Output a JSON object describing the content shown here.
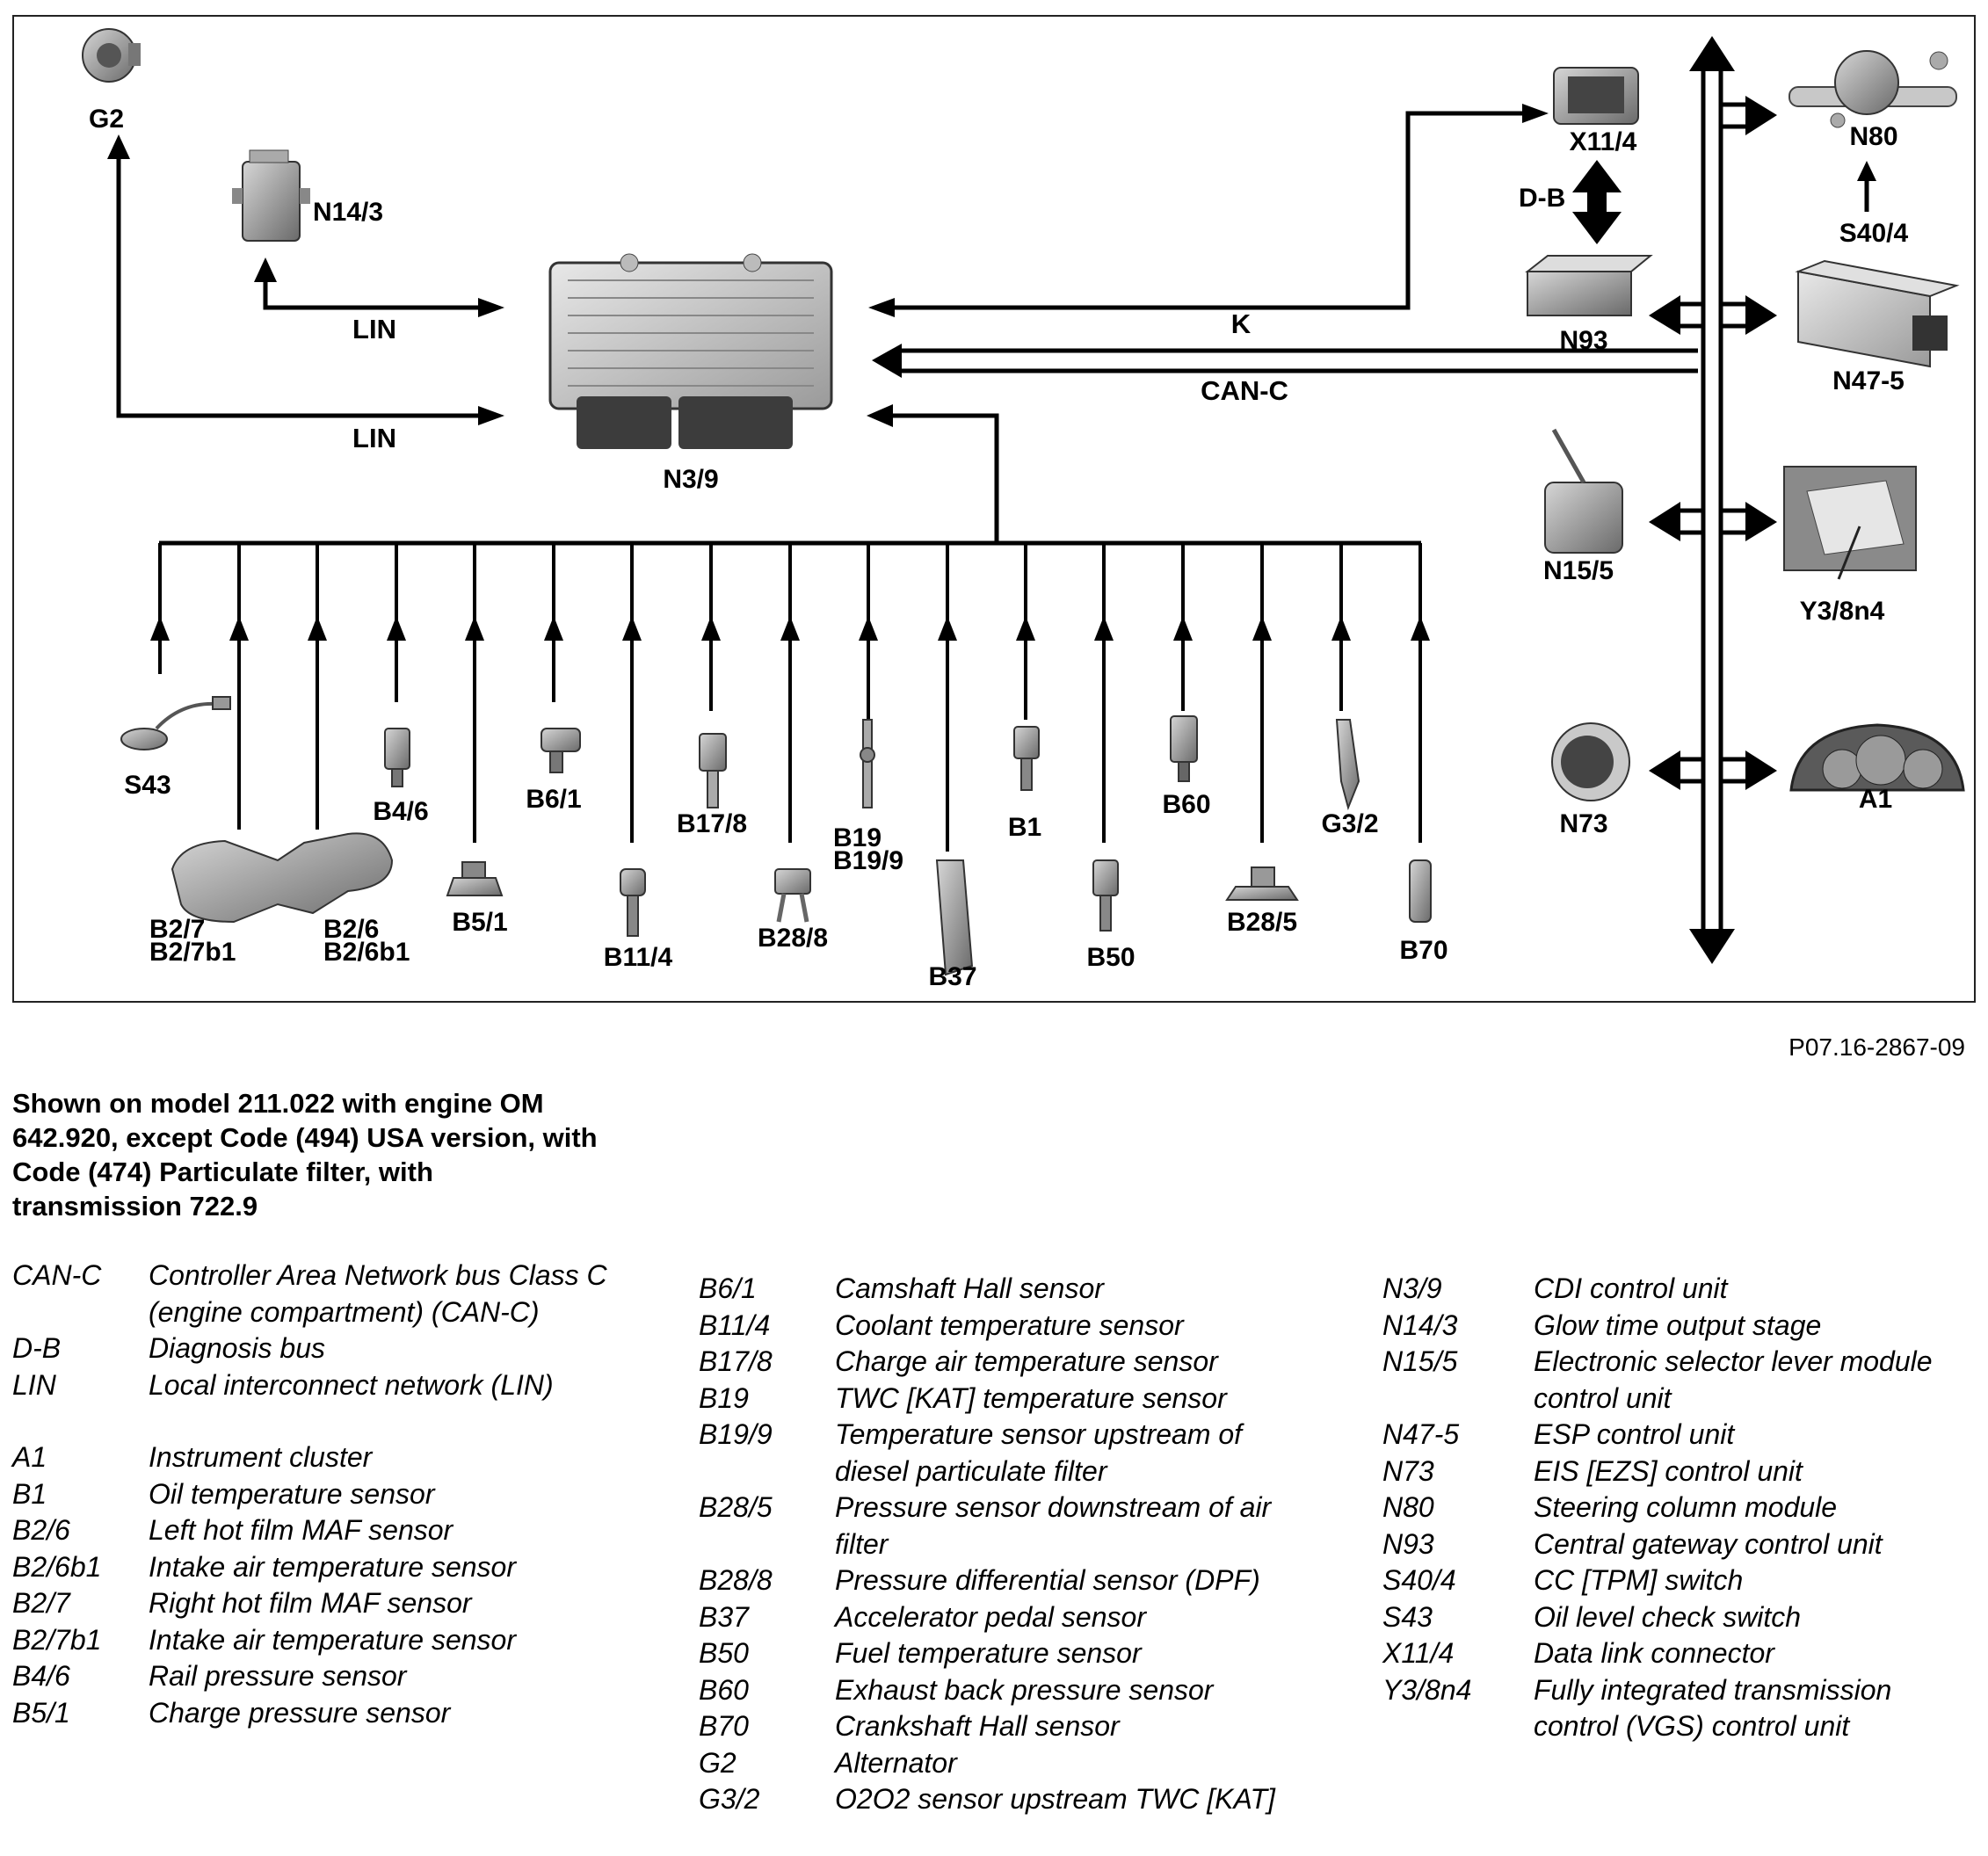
{
  "diagram": {
    "components": {
      "G2": "G2",
      "N14_3": "N14/3",
      "N3_9": "N3/9",
      "X11_4": "X11/4",
      "D_B": "D-B",
      "N80": "N80",
      "S40_4": "S40/4",
      "N93": "N93",
      "N47_5": "N47-5",
      "N15_5": "N15/5",
      "Y3_8n4": "Y3/8n4",
      "N73": "N73",
      "A1": "A1",
      "S43": "S43",
      "B4_6": "B4/6",
      "B6_1": "B6/1",
      "B17_8": "B17/8",
      "B19": "B19",
      "B19_9": "B19/9",
      "B1": "B1",
      "B60": "B60",
      "G3_2": "G3/2",
      "B2_7": "B2/7",
      "B2_7b1": "B2/7b1",
      "B2_6": "B2/6",
      "B2_6b1": "B2/6b1",
      "B5_1": "B5/1",
      "B11_4": "B11/4",
      "B28_8": "B28/8",
      "B37": "B37",
      "B50": "B50",
      "B28_5": "B28/5",
      "B70": "B70"
    },
    "bus_labels": {
      "lin_top": "LIN",
      "lin_bottom": "LIN",
      "k": "K",
      "can_c": "CAN-C"
    }
  },
  "figure_id": "P07.16-2867-09",
  "caption": "Shown on model 211.022 with engine OM 642.920, except Code (494) USA version, with Code (474) Particulate filter, with transmission 722.9",
  "legend_col1": [
    {
      "code": "CAN-C",
      "desc": "Controller Area Network bus Class C (engine compartment) (CAN-C)"
    },
    {
      "code": "D-B",
      "desc": "Diagnosis bus"
    },
    {
      "code": "LIN",
      "desc": "Local interconnect network (LIN)"
    },
    {
      "code": "A1",
      "desc": "Instrument cluster"
    },
    {
      "code": "B1",
      "desc": "Oil temperature sensor"
    },
    {
      "code": "B2/6",
      "desc": "Left hot film MAF sensor"
    },
    {
      "code": "B2/6b1",
      "desc": "Intake air temperature sensor"
    },
    {
      "code": "B2/7",
      "desc": "Right hot film MAF sensor"
    },
    {
      "code": "B2/7b1",
      "desc": "Intake air temperature sensor"
    },
    {
      "code": "B4/6",
      "desc": "Rail pressure sensor"
    },
    {
      "code": "B5/1",
      "desc": "Charge pressure sensor"
    }
  ],
  "legend_col2": [
    {
      "code": "B6/1",
      "desc": "Camshaft Hall sensor"
    },
    {
      "code": "B11/4",
      "desc": "Coolant temperature sensor"
    },
    {
      "code": "B17/8",
      "desc": "Charge air temperature sensor"
    },
    {
      "code": "B19",
      "desc": "TWC [KAT] temperature sensor"
    },
    {
      "code": "B19/9",
      "desc": "Temperature sensor upstream of diesel particulate filter"
    },
    {
      "code": "B28/5",
      "desc": "Pressure sensor downstream of air filter"
    },
    {
      "code": "B28/8",
      "desc": "Pressure differential sensor (DPF)"
    },
    {
      "code": "B37",
      "desc": "Accelerator pedal sensor"
    },
    {
      "code": "B50",
      "desc": "Fuel temperature sensor"
    },
    {
      "code": "B60",
      "desc": "Exhaust back pressure sensor"
    },
    {
      "code": "B70",
      "desc": "Crankshaft Hall sensor"
    },
    {
      "code": "G2",
      "desc": "Alternator"
    },
    {
      "code": "G3/2",
      "desc": "O2O2 sensor upstream TWC [KAT]"
    }
  ],
  "legend_col3": [
    {
      "code": "N3/9",
      "desc": "CDI control unit"
    },
    {
      "code": "N14/3",
      "desc": "Glow time output stage"
    },
    {
      "code": "N15/5",
      "desc": "Electronic selector lever module control unit"
    },
    {
      "code": "N47-5",
      "desc": "ESP control unit"
    },
    {
      "code": "N73",
      "desc": "EIS [EZS] control unit"
    },
    {
      "code": "N80",
      "desc": "Steering column module"
    },
    {
      "code": "N93",
      "desc": "Central gateway control unit"
    },
    {
      "code": "S40/4",
      "desc": "CC [TPM] switch"
    },
    {
      "code": "S43",
      "desc": "Oil level check switch"
    },
    {
      "code": "X11/4",
      "desc": "Data link connector"
    },
    {
      "code": "Y3/8n4",
      "desc": "Fully integrated transmission control (VGS) control unit"
    }
  ]
}
